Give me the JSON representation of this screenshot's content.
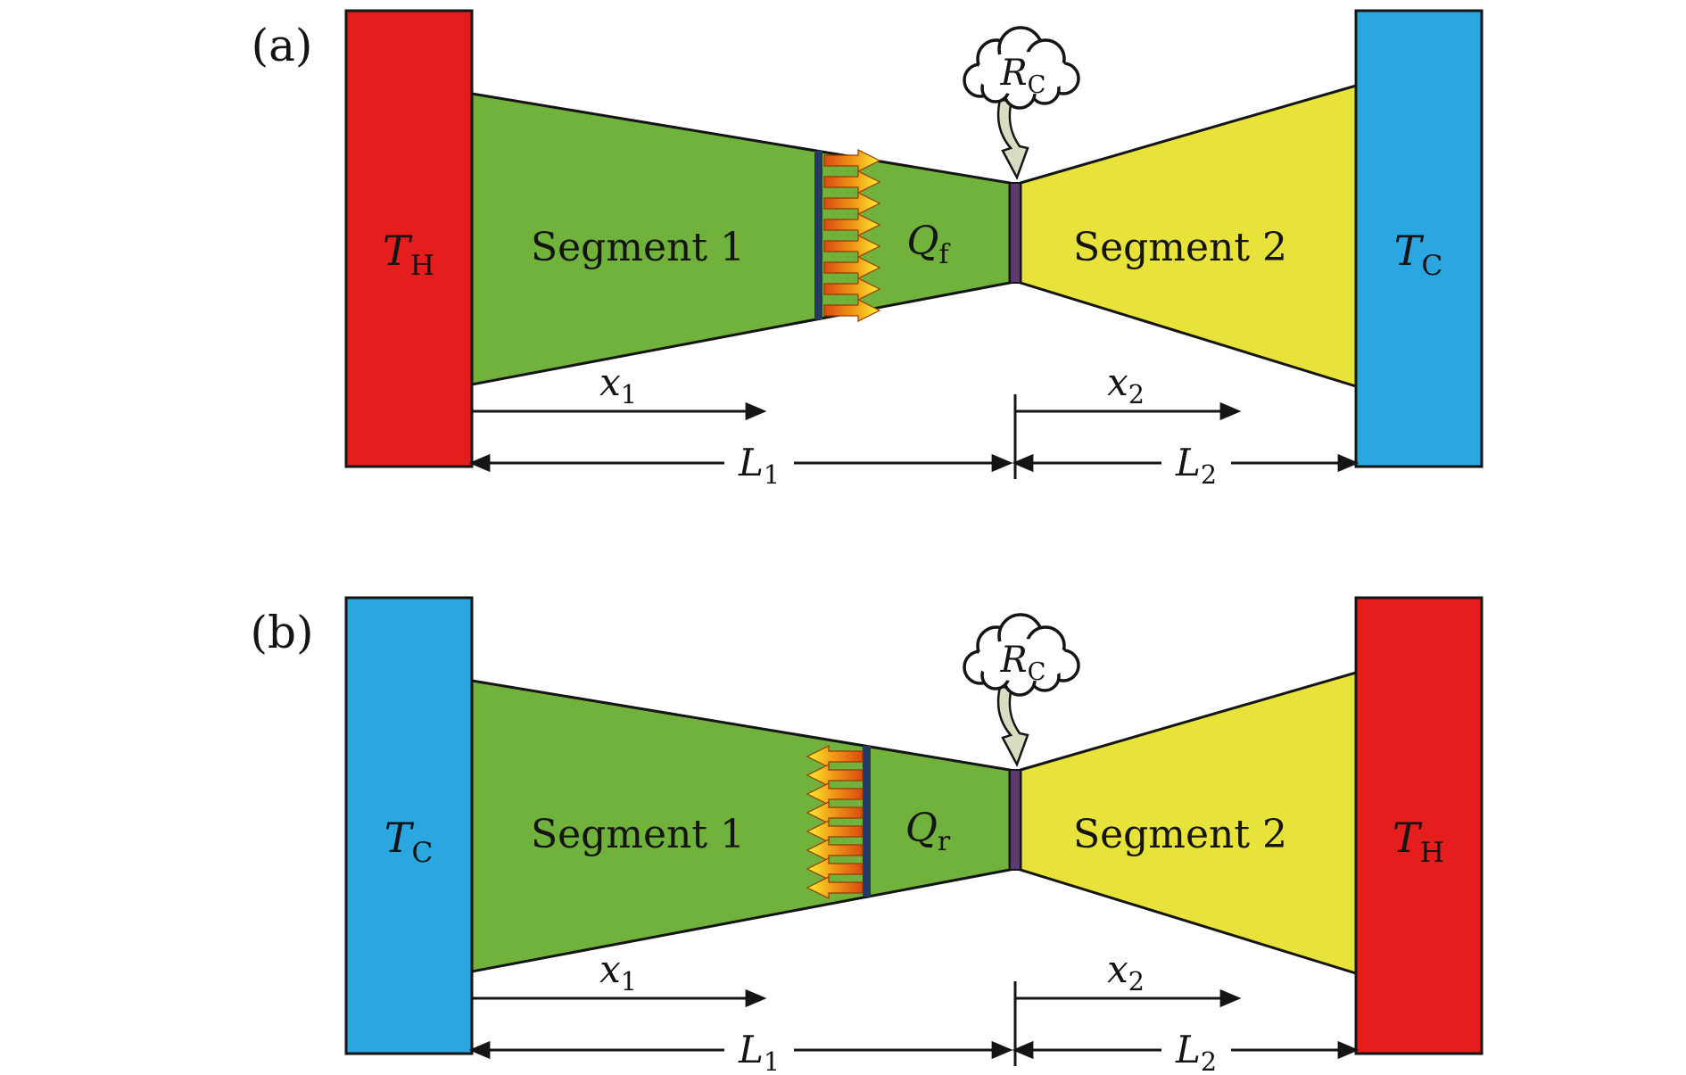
{
  "colors": {
    "hot": "#e61d1d",
    "cold": "#2aa6e0",
    "segment1": "#70b23c",
    "segment2": "#e8e33b",
    "junction": "#5d3a6e",
    "heat_bar": "#253a63",
    "heat_tail": "#dc4a10",
    "heat_mid": "#f09c18",
    "heat_tip": "#f9ef2e",
    "contact_arrow": "#d9dcc1",
    "outline": "#151515"
  },
  "panels": {
    "a": {
      "tag": "(a)",
      "left_block": {
        "base": "T",
        "sub": "H"
      },
      "right_block": {
        "base": "T",
        "sub": "C"
      },
      "segment1": "Segment 1",
      "segment2": "Segment 2",
      "heat": {
        "base": "Q",
        "sub": "f"
      },
      "contact": {
        "base": "R",
        "sub": "C"
      },
      "x1": {
        "base": "x",
        "sub": "1"
      },
      "x2": {
        "base": "x",
        "sub": "2"
      },
      "L1": {
        "base": "L",
        "sub": "1"
      },
      "L2": {
        "base": "L",
        "sub": "2"
      }
    },
    "b": {
      "tag": "(b)",
      "left_block": {
        "base": "T",
        "sub": "C"
      },
      "right_block": {
        "base": "T",
        "sub": "H"
      },
      "segment1": "Segment 1",
      "segment2": "Segment 2",
      "heat": {
        "base": "Q",
        "sub": "r"
      },
      "contact": {
        "base": "R",
        "sub": "C"
      },
      "x1": {
        "base": "x",
        "sub": "1"
      },
      "x2": {
        "base": "x",
        "sub": "2"
      },
      "L1": {
        "base": "L",
        "sub": "1"
      },
      "L2": {
        "base": "L",
        "sub": "2"
      }
    }
  }
}
